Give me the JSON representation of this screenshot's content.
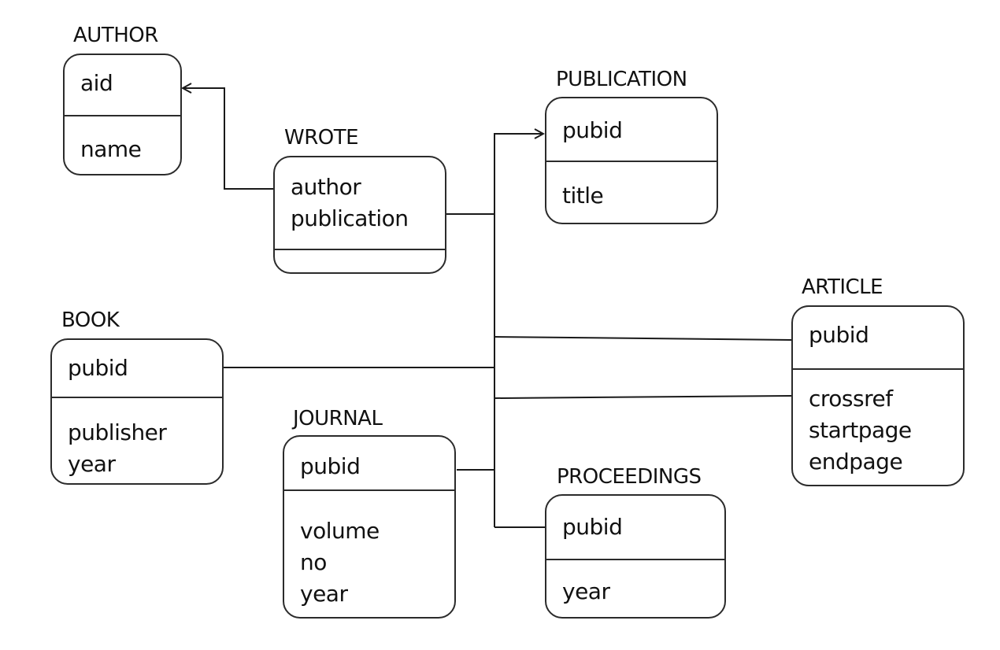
{
  "tables": {
    "author": {
      "name": "AUTHOR",
      "keys": [
        "aid"
      ],
      "attrs": [
        "name"
      ]
    },
    "wrote": {
      "name": "WROTE",
      "keys": [
        "author",
        "publication"
      ],
      "attrs": []
    },
    "publication": {
      "name": "PUBLICATION",
      "keys": [
        "pubid"
      ],
      "attrs": [
        "title"
      ]
    },
    "article": {
      "name": "ARTICLE",
      "keys": [
        "pubid"
      ],
      "attrs": [
        "crossref",
        "startpage",
        "endpage"
      ]
    },
    "book": {
      "name": "BOOK",
      "keys": [
        "pubid"
      ],
      "attrs": [
        "publisher",
        "year"
      ]
    },
    "journal": {
      "name": "JOURNAL",
      "keys": [
        "pubid"
      ],
      "attrs": [
        "volume",
        "no",
        "year"
      ]
    },
    "proceedings": {
      "name": "PROCEEDINGS",
      "keys": [
        "pubid"
      ],
      "attrs": [
        "year"
      ]
    }
  }
}
